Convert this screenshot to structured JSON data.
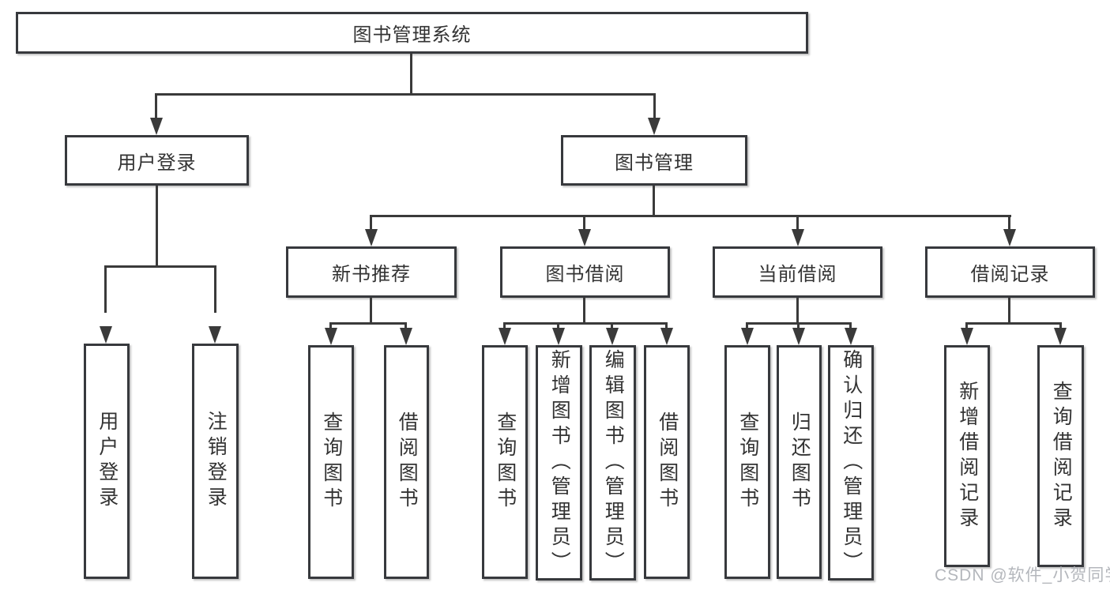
{
  "colors": {
    "stroke": "#3a3a3a",
    "box_border": "#37393d",
    "text": "#333333",
    "background": "#ffffff",
    "watermark": "#b4b7bc"
  },
  "watermark": {
    "text": "CSDN @软件_小贺同学"
  },
  "tree": {
    "root": {
      "label": "图书管理系统"
    },
    "children": [
      {
        "label": "用户登录",
        "children": [
          {
            "label": "用户登录"
          },
          {
            "label": "注销登录"
          }
        ]
      },
      {
        "label": "图书管理",
        "children": [
          {
            "label": "新书推荐",
            "children": [
              {
                "label": "查询图书"
              },
              {
                "label": "借阅图书"
              }
            ]
          },
          {
            "label": "图书借阅",
            "children": [
              {
                "label": "查询图书"
              },
              {
                "label": "新增图书（管理员）"
              },
              {
                "label": "编辑图书（管理员）"
              },
              {
                "label": "借阅图书"
              }
            ]
          },
          {
            "label": "当前借阅",
            "children": [
              {
                "label": "查询图书"
              },
              {
                "label": "归还图书"
              },
              {
                "label": "确认归还（管理员）"
              }
            ]
          },
          {
            "label": "借阅记录",
            "children": [
              {
                "label": "新增借阅记录"
              },
              {
                "label": "查询借阅记录"
              }
            ]
          }
        ]
      }
    ]
  }
}
